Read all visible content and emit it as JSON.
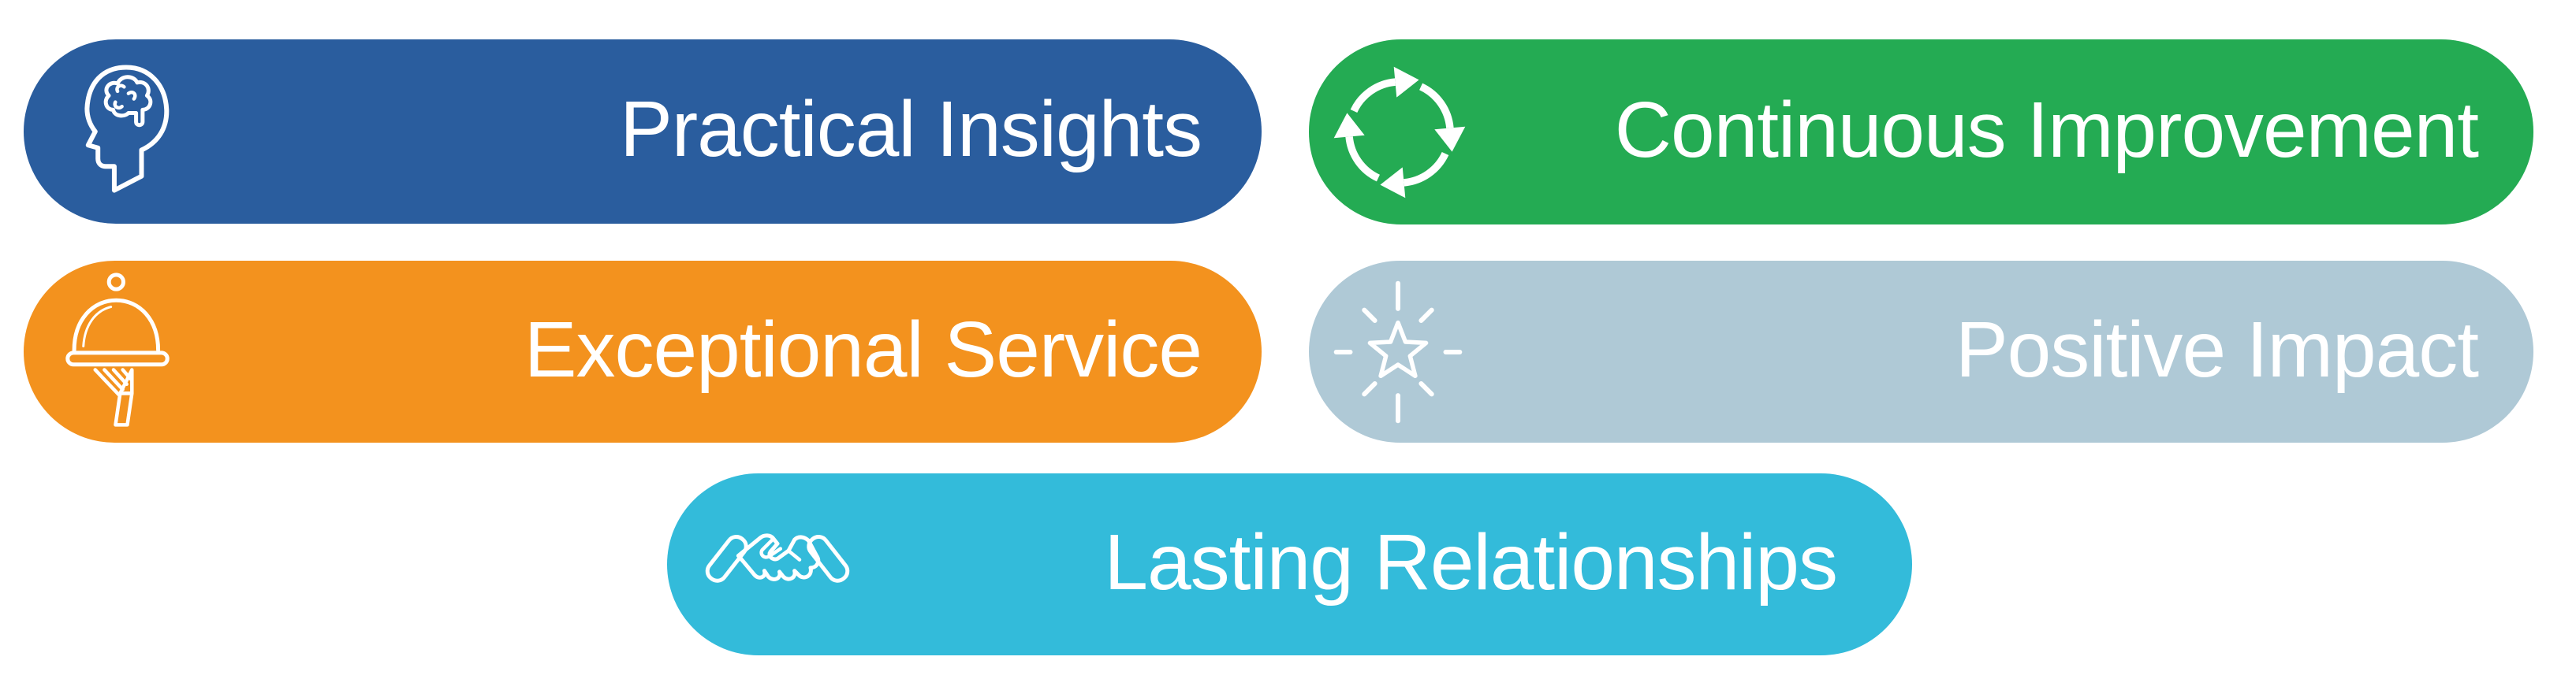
{
  "canvas": {
    "background": "#FFFFFF"
  },
  "pills": [
    {
      "label": "Practical Insights",
      "color": "#2A5D9E",
      "text_color": "#FFFFFF",
      "icon": "head-brain-icon"
    },
    {
      "label": "Continuous Improvement",
      "color": "#24AB53",
      "text_color": "#FFFFFF",
      "icon": "cycle-arrows-icon"
    },
    {
      "label": "Exceptional Service",
      "color": "#F3921E",
      "text_color": "#FFFFFF",
      "icon": "serving-cloche-icon"
    },
    {
      "label": "Positive Impact",
      "color": "#AFC9D6",
      "text_color": "#FFFFFF",
      "icon": "sparkle-star-icon"
    },
    {
      "label": "Lasting Relationships",
      "color": "#33BBDA",
      "text_color": "#FFFFFF",
      "icon": "handshake-icon"
    }
  ]
}
